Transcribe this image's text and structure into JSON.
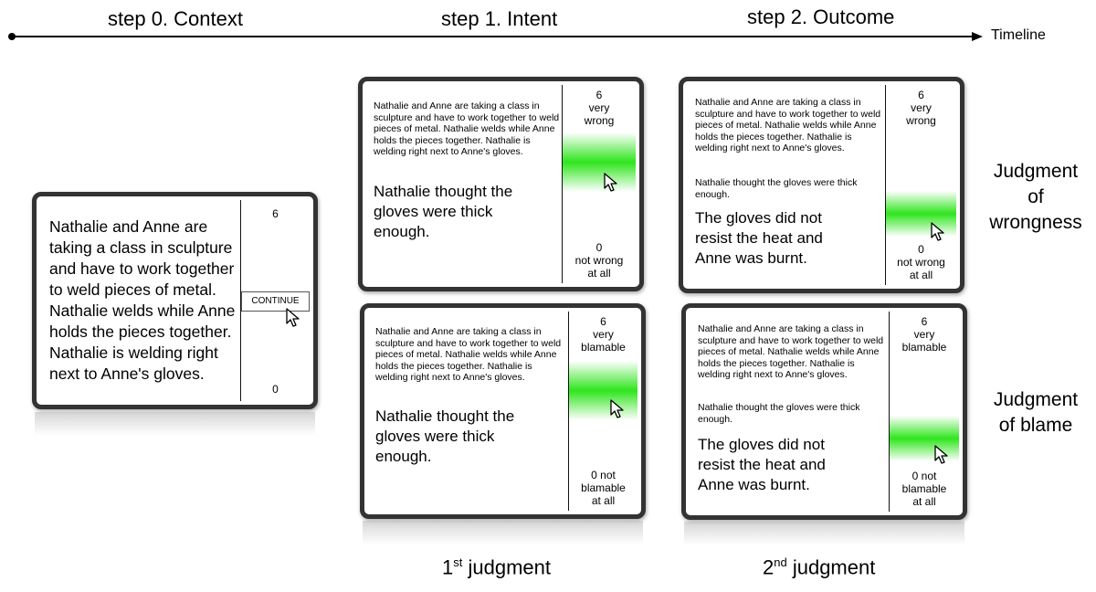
{
  "steps": {
    "step0": "step 0. Context",
    "step1": "step 1. Intent",
    "step2": "step 2. Outcome",
    "timeline": "Timeline"
  },
  "labels": {
    "wrongness_1": "Judgment",
    "wrongness_2": "of",
    "wrongness_3": "wrongness",
    "blame_1": "Judgment",
    "blame_2": "of blame",
    "first_num": "1",
    "first_sup": "st",
    "first_word": " judgment",
    "second_num": "2",
    "second_sup": "nd",
    "second_word": " judgment"
  },
  "context_card": {
    "text": "Nathalie and Anne are taking a class in sculpture and have to work together to weld pieces of metal. Nathalie welds while Anne holds the pieces together. Nathalie is welding right next to Anne's gloves.",
    "scale_top": "6",
    "scale_bottom": "0",
    "continue": "CONTINUE"
  },
  "shared": {
    "context_small": "Nathalie and Anne are taking a class in sculpture and have to work together to weld pieces of metal. Nathalie welds while Anne holds the pieces together. Nathalie is welding right next to Anne's gloves.",
    "intent": "Nathalie thought the gloves were thick enough.",
    "outcome": "The gloves did not resist the heat and Anne was burnt."
  },
  "scales": {
    "wrong_top_1": "6",
    "wrong_top_2": "very",
    "wrong_top_3": "wrong",
    "wrong_bot_1": "0",
    "wrong_bot_2": "not wrong",
    "wrong_bot_3": "at all",
    "blame_top_1": "6",
    "blame_top_2": "very",
    "blame_top_3": "blamable",
    "blame_bot_1": "0 not",
    "blame_bot_2": "blamable",
    "blame_bot_3": "at all"
  },
  "icons": {
    "cursor": "cursor-arrow-icon",
    "timeline_start": "dot-icon",
    "timeline_end": "arrowhead-icon"
  },
  "colors": {
    "highlight": "#2fe51d",
    "frame": "#333333"
  }
}
